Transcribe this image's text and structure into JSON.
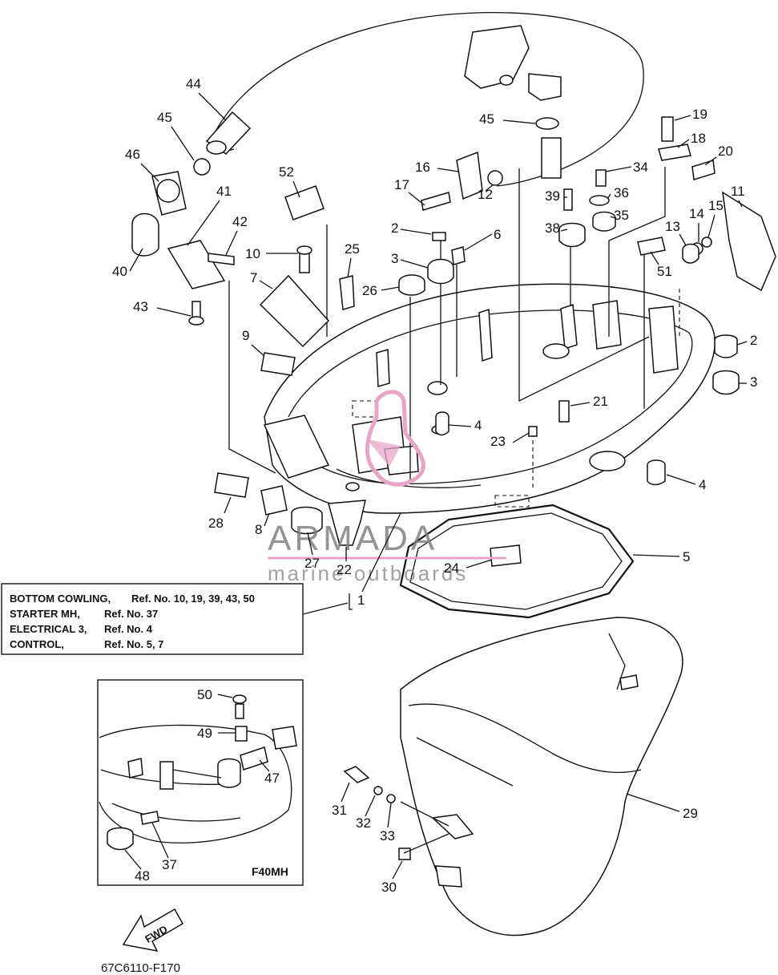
{
  "labels": {
    "n1": "1",
    "n2a": "2",
    "n2b": "2",
    "n3a": "3",
    "n3b": "3",
    "n4a": "4",
    "n4b": "4",
    "n5": "5",
    "n6": "6",
    "n7": "7",
    "n8": "8",
    "n9": "9",
    "n10": "10",
    "n11": "11",
    "n12": "12",
    "n13": "13",
    "n14": "14",
    "n15": "15",
    "n16": "16",
    "n17": "17",
    "n18": "18",
    "n19": "19",
    "n20": "20",
    "n21": "21",
    "n22": "22",
    "n23": "23",
    "n24": "24",
    "n25": "25",
    "n26": "26",
    "n27": "27",
    "n28": "28",
    "n29": "29",
    "n30": "30",
    "n31": "31",
    "n32": "32",
    "n33": "33",
    "n34": "34",
    "n35": "35",
    "n36": "36",
    "n37": "37",
    "n38": "38",
    "n39": "39",
    "n40": "40",
    "n41": "41",
    "n42": "42",
    "n43": "43",
    "n44": "44",
    "n45a": "45",
    "n45b": "45",
    "n46": "46",
    "n47": "47",
    "n48": "48",
    "n49": "49",
    "n50": "50",
    "n51": "51",
    "n52": "52"
  },
  "ref_box": {
    "rows": [
      {
        "name": "BOTTOM COWLING,",
        "ref": "Ref. No. 10, 19, 39, 43, 50"
      },
      {
        "name": "STARTER MH,",
        "ref": "Ref. No. 37"
      },
      {
        "name": "ELECTRICAL 3,",
        "ref": "Ref. No. 4"
      },
      {
        "name": "CONTROL,",
        "ref": "Ref. No. 5, 7"
      }
    ]
  },
  "inset": {
    "model": "F40MH"
  },
  "fwd_label": "FWD",
  "drawing_code": "67C6110-F170",
  "watermark": {
    "brand": "ARMADA",
    "tagline": "marine outboards",
    "color": "#e8a5c8"
  }
}
